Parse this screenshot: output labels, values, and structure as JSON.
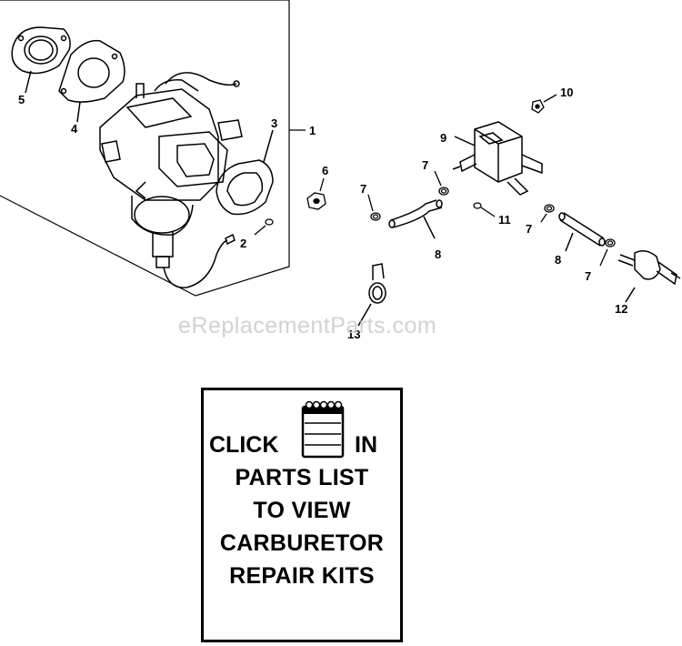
{
  "callouts": [
    "1",
    "2",
    "3",
    "4",
    "5",
    "6",
    "7",
    "7",
    "7",
    "7",
    "8",
    "8",
    "9",
    "10",
    "11",
    "12",
    "13"
  ],
  "watermark": "eReplacementParts.com",
  "repair_box": {
    "click": "CLICK",
    "in": "IN",
    "line2": "PARTS LIST",
    "line3": "TO VIEW",
    "line4": "CARBURETOR",
    "line5": "REPAIR KITS"
  },
  "icons": [
    "notepad-icon"
  ],
  "colors": {
    "ink": "#000000",
    "watermark": "#d2d2d2",
    "background": "#ffffff"
  }
}
